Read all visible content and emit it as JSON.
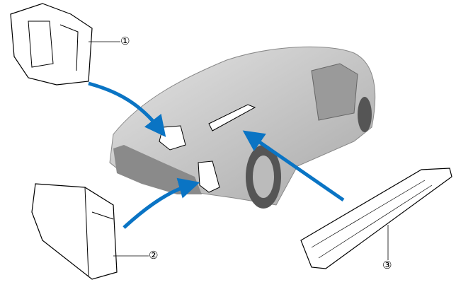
{
  "callouts": [
    "①",
    "②",
    "③"
  ],
  "colors": {
    "arrow": "#0a74c4",
    "car": "#c8c8c8",
    "outline": "#000000"
  }
}
